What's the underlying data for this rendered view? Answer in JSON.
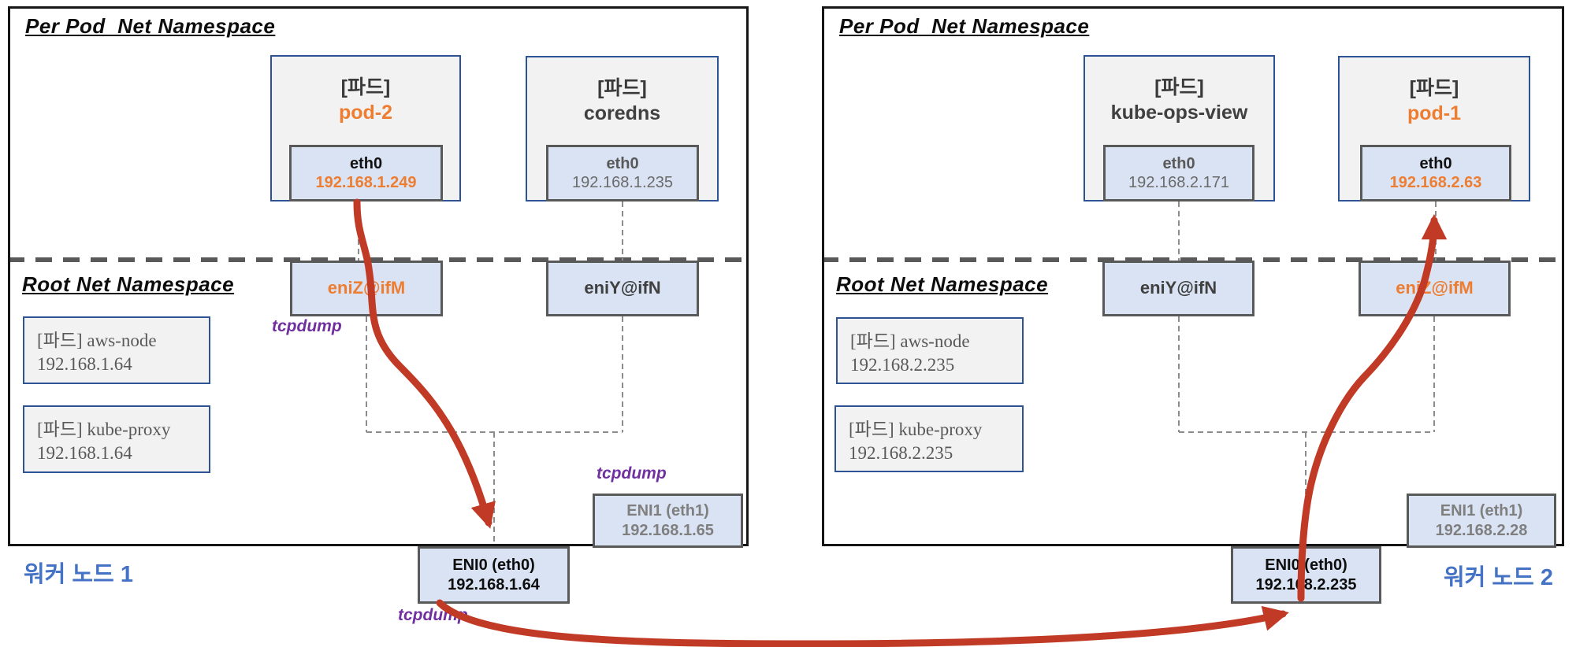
{
  "diagram": {
    "node1": {
      "per_pod_title": "Per Pod  Net Namespace",
      "root_title": "Root Net Namespace",
      "node_label": "워커 노드 1",
      "pods": {
        "pod2": {
          "tag": "[파드]",
          "name": "pod-2",
          "eth_label": "eth0",
          "eth_ip": "192.168.1.249"
        },
        "coredns": {
          "tag": "[파드]",
          "name": "coredns",
          "eth_label": "eth0",
          "eth_ip": "192.168.1.235"
        }
      },
      "veth": {
        "left": "eniZ@ifM",
        "right": "eniY@ifN"
      },
      "host_pods": {
        "aws_node": {
          "name": "[파드] aws-node",
          "ip": "192.168.1.64"
        },
        "kube_proxy": {
          "name": "[파드] kube-proxy",
          "ip": "192.168.1.64"
        }
      },
      "enis": {
        "eni0": {
          "label": "ENI0 (eth0)",
          "ip": "192.168.1.64"
        },
        "eni1": {
          "label": "ENI1 (eth1)",
          "ip": "192.168.1.65"
        }
      },
      "tcpdump_veth": "tcpdump",
      "tcpdump_eni1": "tcpdump",
      "tcpdump_eni0": "tcpdump"
    },
    "node2": {
      "per_pod_title": "Per Pod  Net Namespace",
      "root_title": "Root Net Namespace",
      "node_label": "워커 노드 2",
      "pods": {
        "kube_ops_view": {
          "tag": "[파드]",
          "name": "kube-ops-view",
          "eth_label": "eth0",
          "eth_ip": "192.168.2.171"
        },
        "pod1": {
          "tag": "[파드]",
          "name": "pod-1",
          "eth_label": "eth0",
          "eth_ip": "192.168.2.63"
        }
      },
      "veth": {
        "left": "eniY@ifN",
        "right": "eniZ@ifM"
      },
      "host_pods": {
        "aws_node": {
          "name": "[파드] aws-node",
          "ip": "192.168.2.235"
        },
        "kube_proxy": {
          "name": "[파드] kube-proxy",
          "ip": "192.168.2.235"
        }
      },
      "enis": {
        "eni0": {
          "label": "ENI0 (eth0)",
          "ip": "192.168.2.235"
        },
        "eni1": {
          "label": "ENI1 (eth1)",
          "ip": "192.168.2.28"
        }
      }
    },
    "colors": {
      "orange": "#ED7D31",
      "red": "#C13A26",
      "purple": "#7030A0",
      "node_label_blue": "#4472C4",
      "box_fill_blue": "#DAE3F3",
      "box_fill_gray": "#F2F2F2",
      "border_blue": "#2E5395",
      "border_gray": "#595959"
    }
  }
}
